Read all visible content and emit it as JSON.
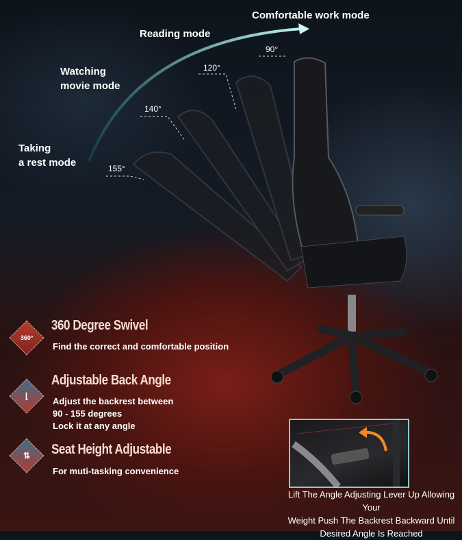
{
  "modes": {
    "comfortable": "Comfortable work mode",
    "reading": "Reading mode",
    "watching_1": "Watching",
    "watching_2": "movie mode",
    "rest_1": "Taking",
    "rest_2": "a rest mode"
  },
  "angles": [
    "90°",
    "120°",
    "140°",
    "155°"
  ],
  "features": [
    {
      "title": "360 Degree Swivel",
      "icon": "swivel-360-icon",
      "icon_text": "360°",
      "lines": [
        "Find the correct and comfortable position"
      ]
    },
    {
      "title": "Adjustable Back Angle",
      "icon": "recline-seat-icon",
      "lines": [
        "Adjust the backrest between",
        "90 - 155 degrees",
        "Lock it at any angle"
      ]
    },
    {
      "title": "Seat Height Adjustable",
      "icon": "up-down-arrows-icon",
      "lines": [
        "For muti-tasking convenience"
      ]
    }
  ],
  "caption": [
    "Lift The Angle Adjusting Lever Up Allowing Your",
    "Weight Push The Backrest Backward Until",
    "Desired Angle Is Reached"
  ],
  "colors": {
    "accent_red": "#b33a2e",
    "arc_teal": "#8fd6d6",
    "lever_arrow": "#f08a24"
  }
}
